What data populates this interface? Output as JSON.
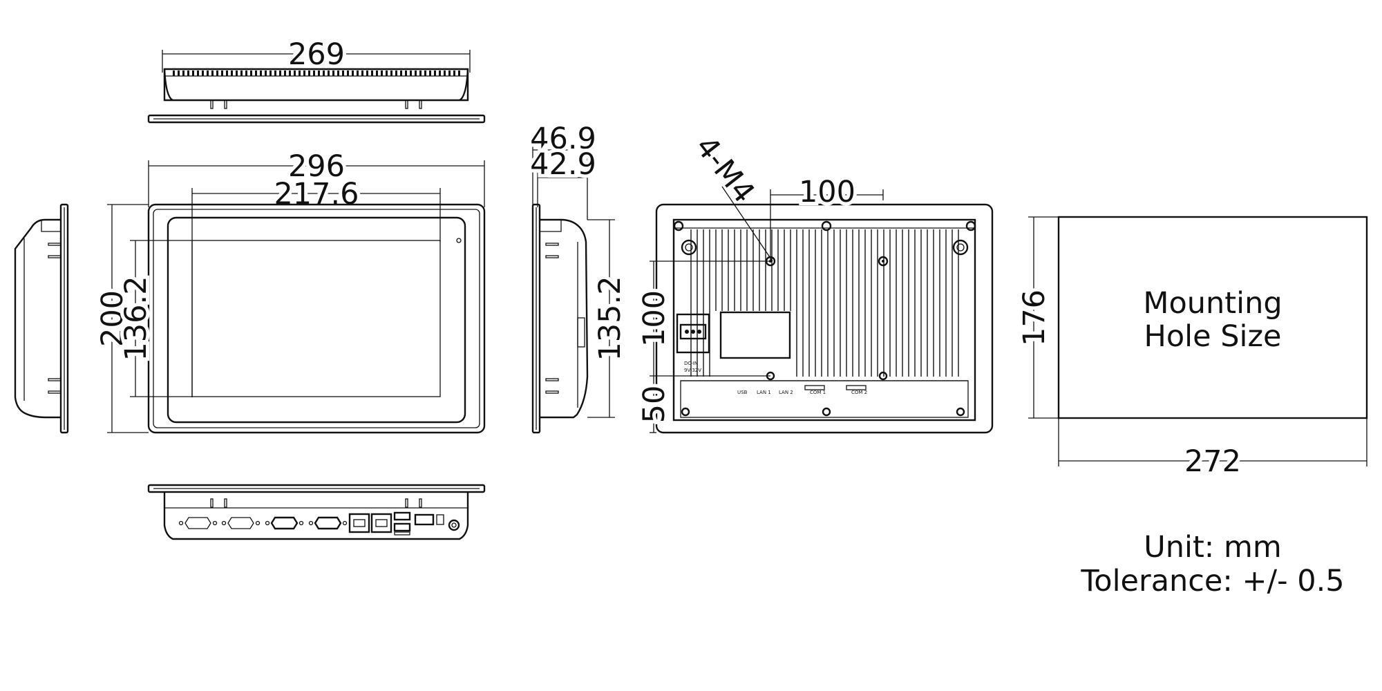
{
  "dimensions": {
    "top_width": "269",
    "overall_width": "296",
    "screen_width": "217.6",
    "overall_height": "200",
    "screen_height": "136.2",
    "depth_overall": "46.9",
    "depth_body": "42.9",
    "side_height": "135.2",
    "mount_screw": "4-M4",
    "screw_spacing_x": "100",
    "screw_spacing_y": "100",
    "screw_offset_y": "50",
    "cutout_height": "176",
    "cutout_width": "272"
  },
  "cutout_label": {
    "line1": "Mounting",
    "line2": "Hole Size"
  },
  "notes": {
    "unit": "Unit: mm",
    "tolerance": "Tolerance: +/- 0.5"
  },
  "rear_panel_labels": {
    "dc_in": "DC-IN",
    "power_spec": "9V-32V",
    "usb": "USB",
    "lan1": "LAN 1",
    "lan2": "LAN 2",
    "com1": "COM 1",
    "com2": "COM 2"
  }
}
